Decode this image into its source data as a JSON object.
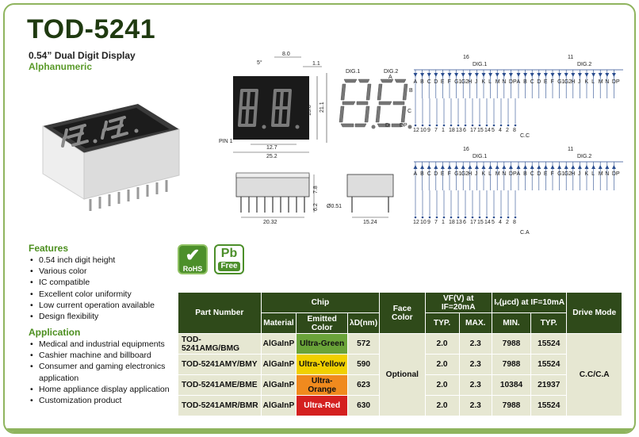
{
  "header": {
    "title": "TOD-5241",
    "subtitle": "0.54” Dual Digit Display",
    "category": "Alphanumeric"
  },
  "features": {
    "heading": "Features",
    "items": [
      "0.54 inch digit height",
      "Various color",
      "IC compatible",
      "Excellent color uniformity",
      "Low current operation available",
      "Design flexibility"
    ]
  },
  "application": {
    "heading": "Application",
    "items": [
      "Medical and industrial equipments",
      "Cashier machine and billboard",
      "Consumer and gaming electronics application",
      "Home appliance display application",
      "Customization product"
    ]
  },
  "badges": {
    "rohs": "RoHS",
    "pb": "Pb",
    "free": "Free"
  },
  "dims": {
    "deg": "5°",
    "w8": "8.0",
    "w11": "1.1",
    "h138": "13.8",
    "h211": "21.1",
    "w127": "12.7",
    "w252": "25.2",
    "pin1": "PIN 1",
    "dig1": "DIG.1",
    "dig2": "DIG.2",
    "segA": "A",
    "segB": "B",
    "segC": "C",
    "segD": "D",
    "segDP": "DP",
    "h78": "7.8",
    "h62": "6.2",
    "w2032": "20.32",
    "d051": "Ø0.51",
    "w1524": "15.24"
  },
  "circuit": {
    "cc": "C.C",
    "ca": "C.A",
    "pin16": "16",
    "pin11": "11",
    "dig1": "DIG.1",
    "dig2": "DIG.2",
    "segments": [
      "A",
      "B",
      "C",
      "D",
      "E",
      "F",
      "G1",
      "G2",
      "H",
      "J",
      "K",
      "L",
      "M",
      "N",
      "DP"
    ],
    "pins": [
      "12",
      "10",
      "9",
      "7",
      "1",
      "18",
      "13",
      "6",
      "17",
      "15",
      "14",
      "5",
      "4",
      "2",
      "8"
    ]
  },
  "table": {
    "h_part": "Part Number",
    "h_chip": "Chip",
    "h_face": "Face Color",
    "h_vf": "VF(V) at IF=20mA",
    "h_iv": "Iᵥ(μcd) at IF=10mA",
    "h_drive": "Drive Mode",
    "h_material": "Material",
    "h_emitted": "Emitted Color",
    "h_lambda": "λD(nm)",
    "h_typ": "TYP.",
    "h_max": "MAX.",
    "h_min": "MIN.",
    "h_typ2": "TYP.",
    "face": "Optional",
    "drive": "C.C/C.A",
    "rows": [
      {
        "part": "TOD-5241AMG/BMG",
        "material": "AlGaInP",
        "color": "Ultra-Green",
        "lambda": "572",
        "vtyp": "2.0",
        "vmax": "2.3",
        "imin": "7988",
        "ityp": "15524",
        "bg": "#6aa339",
        "fg": "#111111"
      },
      {
        "part": "TOD-5241AMY/BMY",
        "material": "AlGaInP",
        "color": "Ultra-Yellow",
        "lambda": "590",
        "vtyp": "2.0",
        "vmax": "2.3",
        "imin": "7988",
        "ityp": "15524",
        "bg": "#f0d000",
        "fg": "#111111"
      },
      {
        "part": "TOD-5241AME/BME",
        "material": "AlGaInP",
        "color": "Ultra-Orange",
        "lambda": "623",
        "vtyp": "2.0",
        "vmax": "2.3",
        "imin": "10384",
        "ityp": "21937",
        "bg": "#f08a1e",
        "fg": "#111111"
      },
      {
        "part": "TOD-5241AMR/BMR",
        "material": "AlGaInP",
        "color": "Ultra-Red",
        "lambda": "630",
        "vtyp": "2.0",
        "vmax": "2.3",
        "imin": "7988",
        "ityp": "15524",
        "bg": "#d4201f",
        "fg": "#ffffff"
      }
    ]
  },
  "colors": {
    "accent": "#5a9a2a",
    "border": "#8fb45e",
    "tableHeader": "#2f4a1a",
    "tableBody": "#e6e7d2"
  }
}
